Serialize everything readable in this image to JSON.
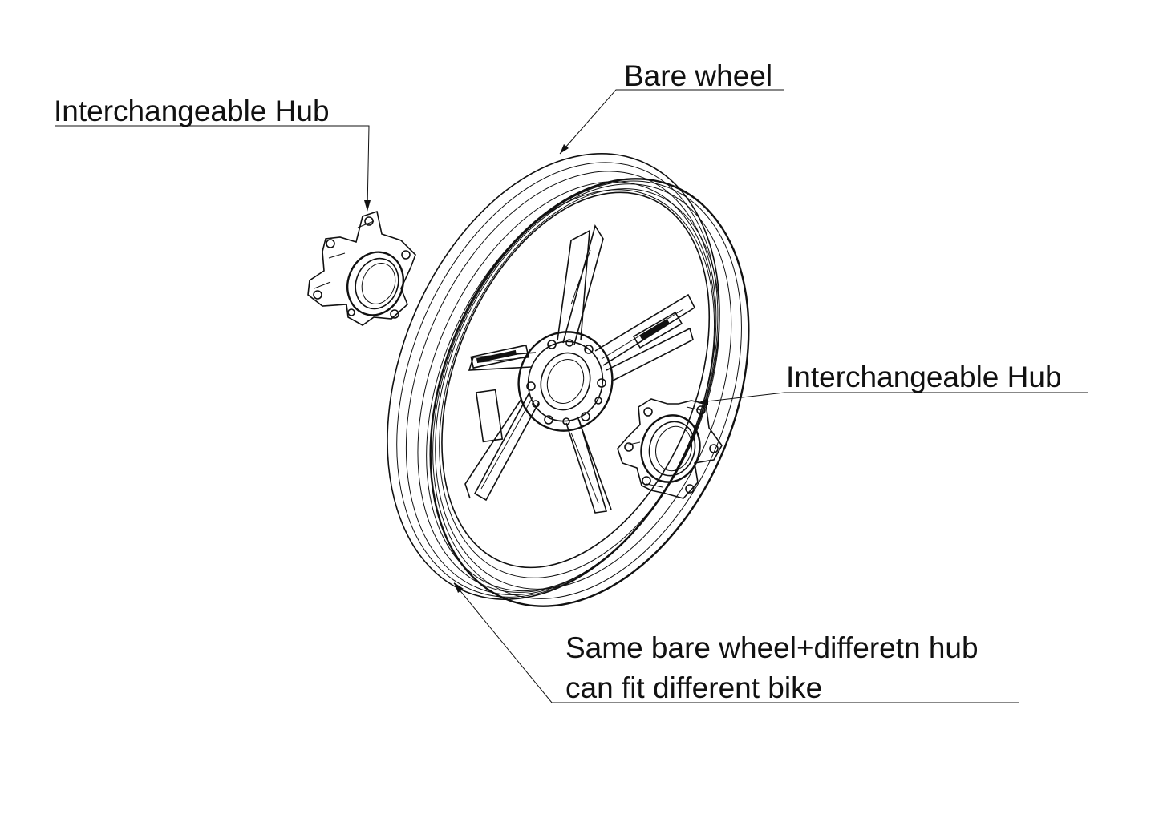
{
  "labels": {
    "bare_wheel": "Bare wheel",
    "hub_left": "Interchangeable Hub",
    "hub_right": "Interchangeable Hub",
    "note_line1": "Same bare wheel+differetn hub",
    "note_line2": "can fit different bike"
  },
  "icons": {
    "wheel": "motorcycle-wheel-drawing",
    "hub": "hub-adapter-drawing"
  },
  "colors": {
    "ink": "#111111",
    "paper": "#ffffff"
  }
}
